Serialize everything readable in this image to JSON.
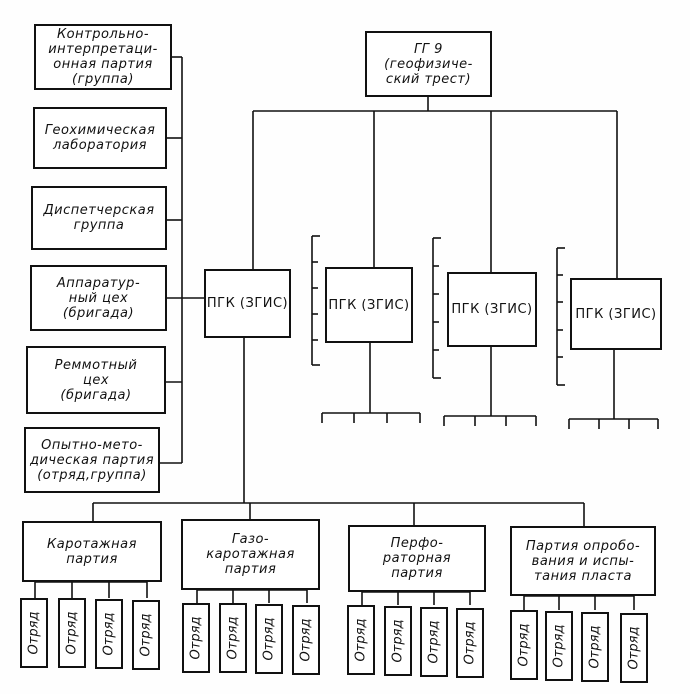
{
  "trust": "ГГ 9\n(геофизиче-\nский трест)",
  "services": [
    "Контрольно-\nинтерпретаци-\nонная партия\n(группа)",
    "Геохимическая\nлаборатория",
    "Диспетчерская\nгруппа",
    "Аппаратур-\nный цех\n(бригада)",
    "Реммотный\nцех\n(бригада)",
    "Опытно-мето-\nдическая партия\n(отряд,группа)"
  ],
  "pgk": [
    "ПГК (ЗГИС)",
    "ПГК (ЗГИС)",
    "ПГК (ЗГИС)",
    "ПГК (ЗГИС)"
  ],
  "parties": [
    {
      "name": "Каротажная\nпартия",
      "units": [
        "Отряд",
        "Отряд",
        "Отряд",
        "Отряд"
      ]
    },
    {
      "name": "Газо-\nкаротажная\nпартия",
      "units": [
        "Отряд",
        "Отряд",
        "Отряд",
        "Отряд"
      ]
    },
    {
      "name": "Перфо-\nраторная\nпартия",
      "units": [
        "Отряд",
        "Отряд",
        "Отряд",
        "Отряд"
      ]
    },
    {
      "name": "Партия опробо-\nвания и испы-\nтания пласта",
      "units": [
        "Отряд",
        "Отряд",
        "Отряд",
        "Отряд"
      ]
    }
  ]
}
